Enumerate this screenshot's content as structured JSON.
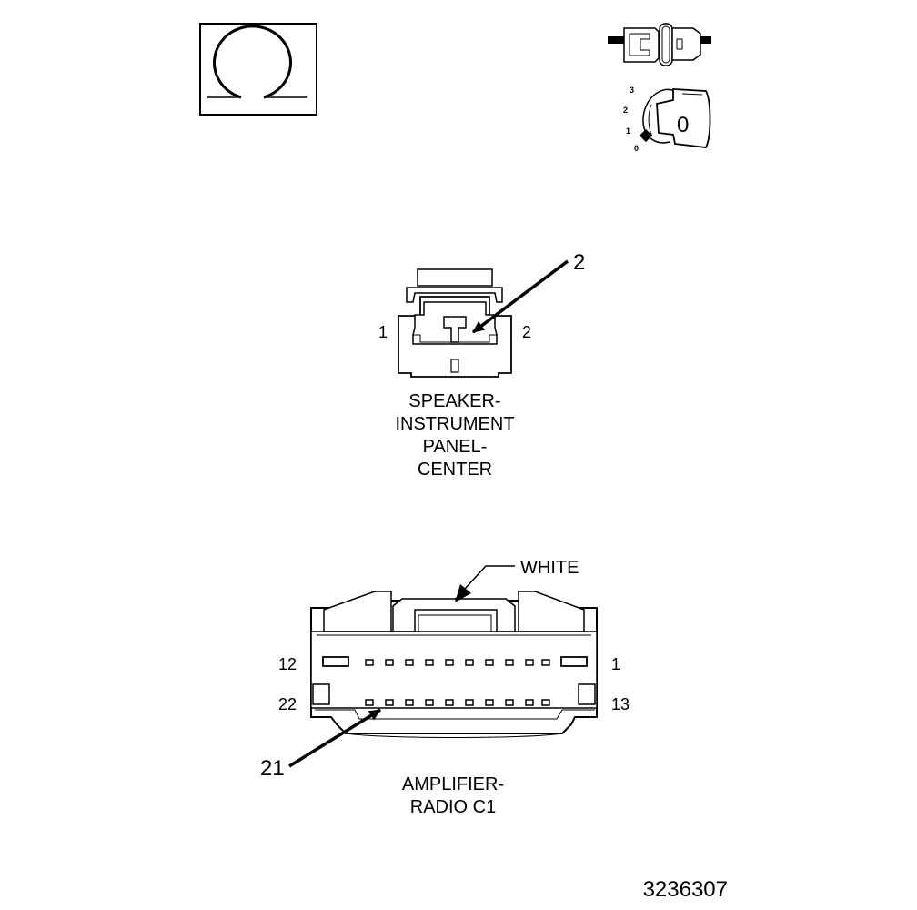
{
  "symbols": {
    "ohm_symbol": "ohm-meter",
    "continuity_probe": "test-probe",
    "ignition_key": {
      "positions": [
        "3",
        "2",
        "1",
        "0"
      ],
      "key_label": "0"
    }
  },
  "speaker_connector": {
    "callout_number": "2",
    "pin_left": "1",
    "pin_right": "2",
    "title_lines": [
      "SPEAKER-",
      "INSTRUMENT",
      "PANEL-",
      "CENTER"
    ]
  },
  "amplifier_connector": {
    "color_label": "WHITE",
    "pin_top_left": "12",
    "pin_top_right": "1",
    "pin_bottom_left": "22",
    "pin_bottom_right": "13",
    "callout_number": "21",
    "title_lines": [
      "AMPLIFIER-",
      "RADIO C1"
    ]
  },
  "figure_id": "3236307"
}
